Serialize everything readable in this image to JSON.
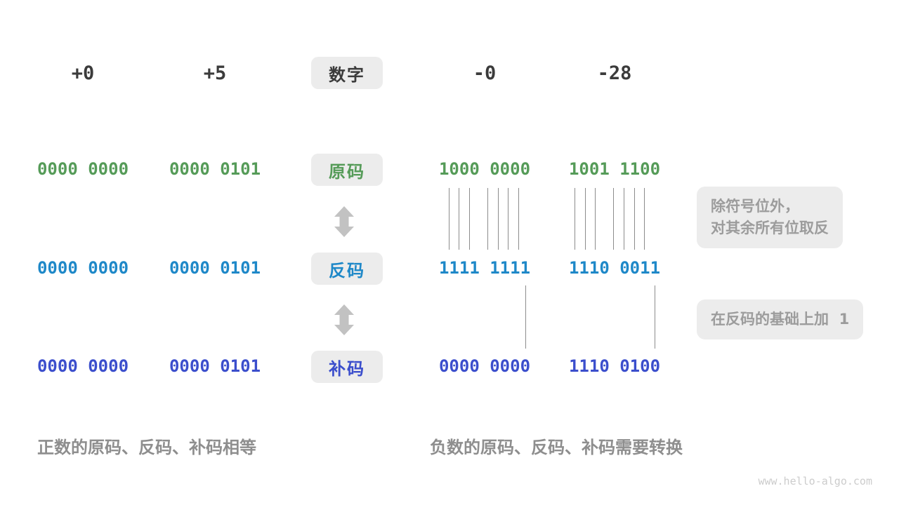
{
  "header": {
    "label": "数字",
    "numbers": [
      "+0",
      "+5",
      "-0",
      "-28"
    ]
  },
  "rows": [
    {
      "label": "原码",
      "color": "#559b58",
      "values": [
        "0000 0000",
        "0000 0101",
        "1000 0000",
        "1001 1100"
      ]
    },
    {
      "label": "反码",
      "color": "#1e88c8",
      "values": [
        "0000 0000",
        "0000 0101",
        "1111 1111",
        "1110 0011"
      ]
    },
    {
      "label": "补码",
      "color": "#3b4ecc",
      "values": [
        "0000 0000",
        "0000 0101",
        "0000 0000",
        "1110 0100"
      ]
    }
  ],
  "annotations": {
    "invert_line1": "除符号位外，",
    "invert_line2": "对其余所有位取反",
    "add_one": "在反码的基础上加  1"
  },
  "captions": {
    "positive": "正数的原码、反码、补码相等",
    "negative": "负数的原码、反码、补码需要转换"
  },
  "watermark": "www.hello-algo.com",
  "colors": {
    "sign_magnitude": "#559b58",
    "ones_complement": "#1e88c8",
    "twos_complement": "#3b4ecc",
    "box_background": "#ececec",
    "annotation_text": "#9c9c9c",
    "arrow": "#c2c2c2"
  }
}
